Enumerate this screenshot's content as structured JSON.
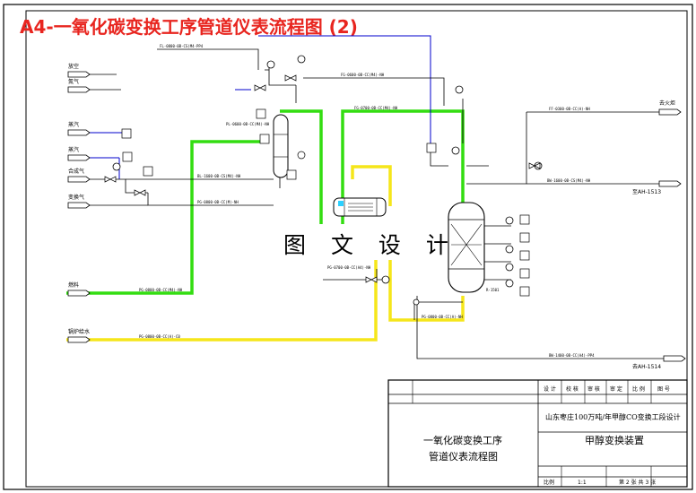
{
  "title": "A4-一氧化碳变换工序管道仪表流程图 (2)",
  "watermark": "图 文 设 计",
  "stream_labels": {
    "left_top": "放空",
    "left_2": "氮气",
    "left_3": "蒸汽",
    "left_4": "蒸汽",
    "left_5": "合成气",
    "left_6": "变换气",
    "left_7": "燃料",
    "left_8": "锅炉给水",
    "right_1": "去火炬",
    "right_2": "至AH-1513",
    "right_3": "去AH-1514"
  },
  "title_block": {
    "header": [
      "设  计",
      "校  核",
      "审  核",
      "审  定",
      "比  例",
      "图  号"
    ],
    "project": "山东枣庄100万吨/年甲醇CO变换工段设计",
    "drawing_name_line1": "一氧化碳变换工序",
    "drawing_name_line2": "管道仪表流程图",
    "unit_name": "甲醇变换装置",
    "scale_label": "比例",
    "scale_value": "1:1",
    "sheet": "第 2 张  共 3 张"
  }
}
